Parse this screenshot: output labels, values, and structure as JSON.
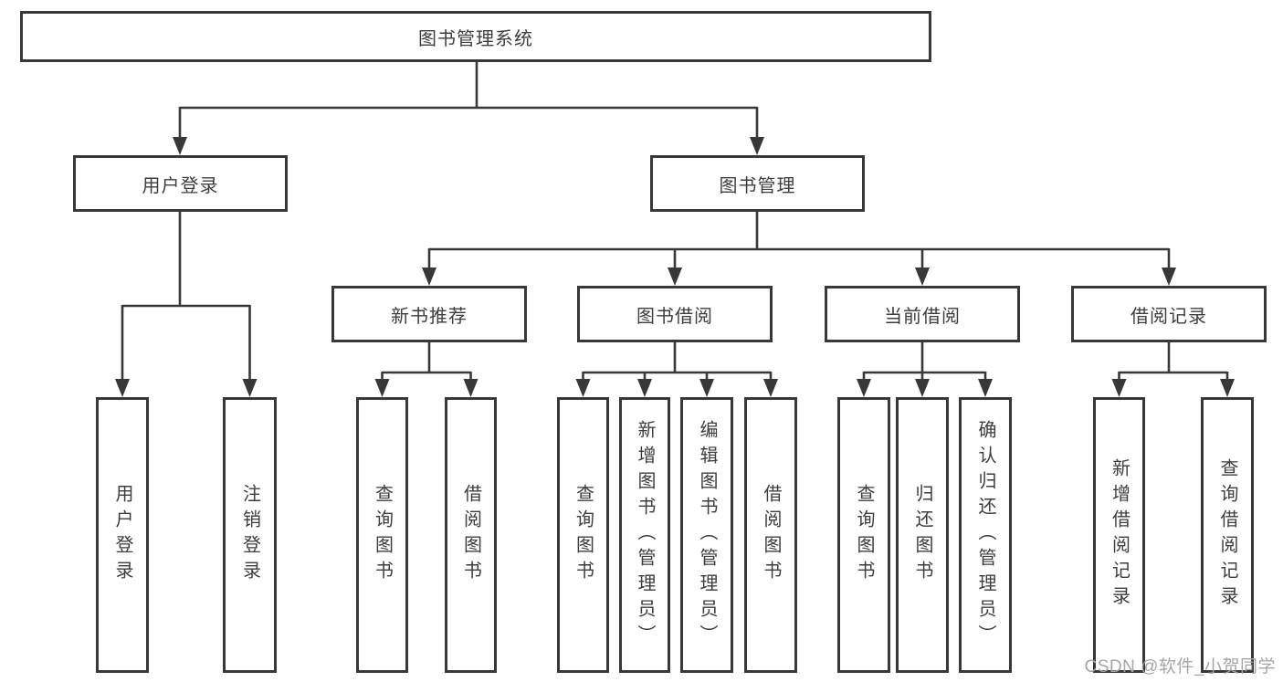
{
  "diagram": {
    "root": {
      "label": "图书管理系统"
    },
    "branches": [
      {
        "label": "用户登录",
        "children": [
          {
            "label": "用户登录"
          },
          {
            "label": "注销登录"
          }
        ]
      },
      {
        "label": "图书管理",
        "children": [
          {
            "label": "新书推荐",
            "children": [
              {
                "label": "查询图书"
              },
              {
                "label": "借阅图书"
              }
            ]
          },
          {
            "label": "图书借阅",
            "children": [
              {
                "label": "查询图书"
              },
              {
                "label": "新增图书（管理员）"
              },
              {
                "label": "编辑图书（管理员）"
              },
              {
                "label": "借阅图书"
              }
            ]
          },
          {
            "label": "当前借阅",
            "children": [
              {
                "label": "查询图书"
              },
              {
                "label": "归还图书"
              },
              {
                "label": "确认归还（管理员）"
              }
            ]
          },
          {
            "label": "借阅记录",
            "children": [
              {
                "label": "新增借阅记录"
              },
              {
                "label": "查询借阅记录"
              }
            ]
          }
        ]
      }
    ]
  },
  "watermark": {
    "text": "CSDN @软件_小贺同学"
  },
  "colors": {
    "line": "#383838",
    "box_border": "#383838",
    "text": "#3d3d3d",
    "watermark": "#a5a5a5",
    "background": "#ffffff"
  }
}
